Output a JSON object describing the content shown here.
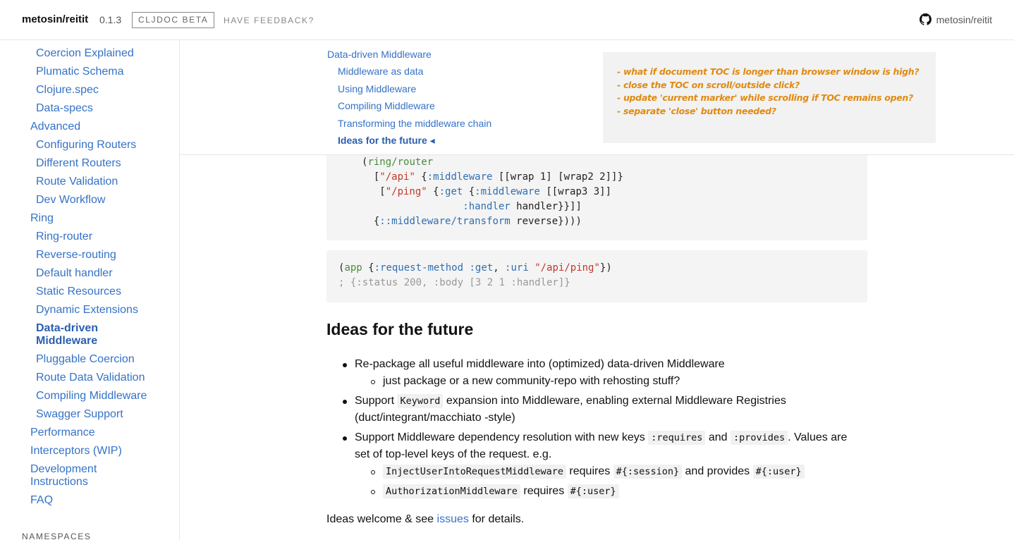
{
  "header": {
    "brand": "metosin/reitit",
    "version": "0.1.3",
    "beta_label": "CLJDOC BETA",
    "feedback_label": "HAVE FEEDBACK?",
    "github_label": "metosin/reitit"
  },
  "sidebar": {
    "items": [
      {
        "label": "Coercion Explained",
        "level": 2
      },
      {
        "label": "Plumatic Schema",
        "level": 2
      },
      {
        "label": "Clojure.spec",
        "level": 2
      },
      {
        "label": "Data-specs",
        "level": 2
      },
      {
        "label": "Advanced",
        "level": 1
      },
      {
        "label": "Configuring Routers",
        "level": 2
      },
      {
        "label": "Different Routers",
        "level": 2
      },
      {
        "label": "Route Validation",
        "level": 2
      },
      {
        "label": "Dev Workflow",
        "level": 2
      },
      {
        "label": "Ring",
        "level": 1
      },
      {
        "label": "Ring-router",
        "level": 2
      },
      {
        "label": "Reverse-routing",
        "level": 2
      },
      {
        "label": "Default handler",
        "level": 2
      },
      {
        "label": "Static Resources",
        "level": 2
      },
      {
        "label": "Dynamic Extensions",
        "level": 2
      },
      {
        "label": "Data-driven Middleware",
        "level": 2,
        "active": true
      },
      {
        "label": "Pluggable Coercion",
        "level": 2
      },
      {
        "label": "Route Data Validation",
        "level": 2
      },
      {
        "label": "Compiling Middleware",
        "level": 2
      },
      {
        "label": "Swagger Support",
        "level": 2
      },
      {
        "label": "Performance",
        "level": 1
      },
      {
        "label": "Interceptors (WIP)",
        "level": 1
      },
      {
        "label": "Development Instructions",
        "level": 1
      },
      {
        "label": "FAQ",
        "level": 1
      }
    ],
    "namespaces_title": "NAMESPACES"
  },
  "toc": {
    "items": [
      {
        "label": "Data-driven Middleware"
      },
      {
        "label": "Middleware as data"
      },
      {
        "label": "Using Middleware"
      },
      {
        "label": "Compiling Middleware"
      },
      {
        "label": "Transforming the middleware chain"
      },
      {
        "label": "Ideas for the future ◂",
        "current": true
      }
    ],
    "notes": [
      "- what if document TOC is longer than browser window is high?",
      "- close the TOC on scroll/outside click?",
      "- update 'current marker' while scrolling if TOC remains open?",
      "- separate 'close' button needed?"
    ]
  },
  "content": {
    "code1": {
      "l1a": "(",
      "l1b": "ring/router",
      "l2a": "  [",
      "l2b": "\"/api\"",
      "l2c": " {",
      "l2d": ":middleware",
      "l2e": " [[wrap 1] [wrap2 2]]}",
      "l3a": "   [",
      "l3b": "\"/ping\"",
      "l3c": " {",
      "l3d": ":get",
      "l3e": " {",
      "l3f": ":middleware",
      "l3g": " [[wrap3 3]]",
      "l4a": "                 ",
      "l4b": ":handler",
      "l4c": " handler}}]]",
      "l5a": "  {",
      "l5b": "::middleware/transform",
      "l5c": " reverse})))"
    },
    "code2": {
      "l1a": "(",
      "l1b": "app",
      "l1c": " {",
      "l1d": ":request-method",
      "l1e": " ",
      "l1f": ":get",
      "l1g": ", ",
      "l1h": ":uri",
      "l1i": " ",
      "l1j": "\"/api/ping\"",
      "l1k": "})",
      "l2": "; {:status 200, :body [3 2 1 :handler]}"
    },
    "heading": "Ideas for the future",
    "b1": "Re-package all useful middleware into (optimized) data-driven Middleware",
    "b1_sub": "just package or a new community-repo with rehosting stuff?",
    "b2_pre": "Support ",
    "b2_code": "Keyword",
    "b2_post": " expansion into Middleware, enabling external Middleware Registries",
    "b2_line2": "(duct/integrant/macchiato -style)",
    "b3_pre": "Support Middleware dependency resolution with new keys ",
    "b3_code1": ":requires",
    "b3_mid": " and ",
    "b3_code2": ":provides",
    "b3_post": ". Values are",
    "b3_line2": "set of top-level keys of the request. e.g.",
    "s1_code1": "InjectUserIntoRequestMiddleware",
    "s1_mid1": " requires ",
    "s1_code2": "#{:session}",
    "s1_mid2": " and provides ",
    "s1_code3": "#{:user}",
    "s2_code1": "AuthorizationMiddleware",
    "s2_mid": " requires ",
    "s2_code2": "#{:user}",
    "final_pre": "Ideas welcome & see ",
    "final_link": "issues",
    "final_post": " for details."
  }
}
